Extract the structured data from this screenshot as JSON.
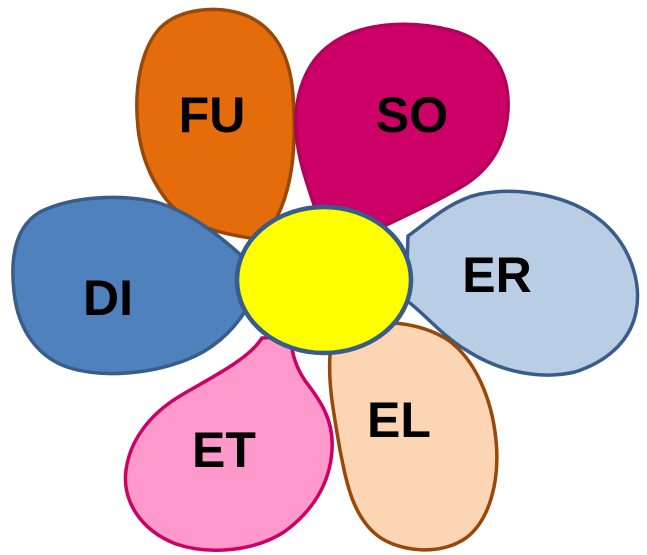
{
  "petals": [
    {
      "id": "fu",
      "label": "FU",
      "fill": "#E46C0A",
      "stroke": "#984807"
    },
    {
      "id": "so",
      "label": "SO",
      "fill": "#CC0066",
      "stroke": "#B3005A"
    },
    {
      "id": "er",
      "label": "ER",
      "fill": "#B9CDE5",
      "stroke": "#385D8A"
    },
    {
      "id": "el",
      "label": "EL",
      "fill": "#FCD5B5",
      "stroke": "#984807"
    },
    {
      "id": "et",
      "label": "ET",
      "fill": "#FF99CC",
      "stroke": "#CC0066"
    },
    {
      "id": "di",
      "label": "DI",
      "fill": "#4F81BD",
      "stroke": "#385D8A"
    }
  ],
  "center": {
    "fill": "#FFFF00",
    "stroke": "#385D8A"
  }
}
